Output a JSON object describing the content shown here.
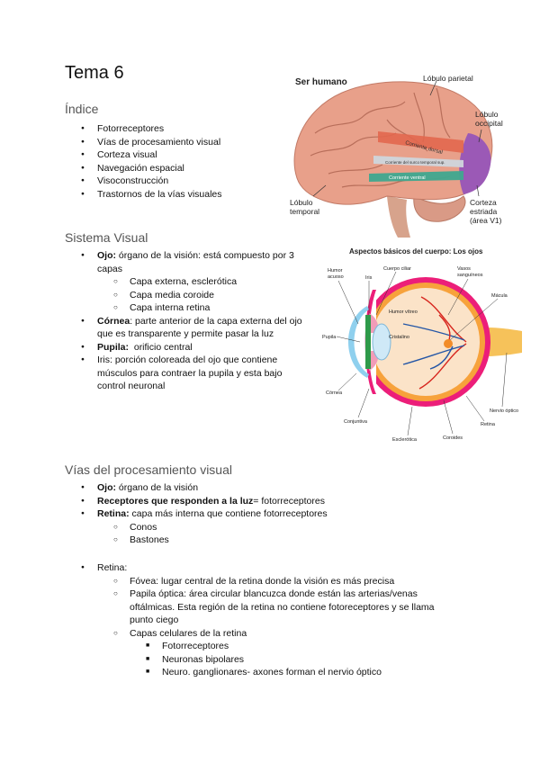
{
  "title": "Tema 6",
  "indice": {
    "heading": "Índice",
    "items": [
      "Fotorreceptores",
      "Vías de procesamiento visual",
      "Corteza visual",
      "Navegación espacial",
      "Visoconstrucción",
      "Trastornos de la vías visuales"
    ]
  },
  "sistema": {
    "heading": "Sistema Visual",
    "ojo_term": "Ojo:",
    "ojo_text": " órgano de la visión: está compuesto por 3 capas",
    "capas": [
      "Capa externa, esclerótica",
      "Capa media coroide",
      "Capa interna retina"
    ],
    "cornea_term": "Córnea",
    "cornea_text": ": parte anterior de la capa externa del ojo que es transparente y permite pasar la luz",
    "pupila_term": "Pupila:",
    "pupila_text": "  orificio central",
    "iris_text": "Iris: porción coloreada del ojo que contiene músculos para contraer la pupila y esta bajo control neuronal"
  },
  "vias": {
    "heading": "Vías del procesamiento visual",
    "ojo_term": "Ojo:",
    "ojo_text": " órgano de la visión",
    "receptores_term": "Receptores que responden a la luz",
    "receptores_text": "= fotorreceptores",
    "retina_term": "Retina:",
    "retina_text": " capa más interna que contiene fotorreceptores",
    "retina_sub": [
      "Conos",
      "Bastones"
    ],
    "retina2": "Retina:",
    "fovea": "Fóvea: lugar central de la retina donde la visión es más precisa",
    "papila": "Papila óptica: área circular blancuzca  donde están las arterias/venas oftálmicas. Esta región de la retina no contiene fotoreceptores y se llama punto ciego",
    "capas_celulares": "Capas celulares de la retina",
    "capas_list": [
      "Fotorreceptores",
      "Neuronas bipolares",
      "Neuro. ganglionares- axones forman el nervio óptico"
    ]
  },
  "brain_figure": {
    "title": "Ser humano",
    "labels": {
      "parietal": "Lóbulo parietal",
      "occipital_1": "Lóbulo",
      "occipital_2": "occipital",
      "temporal_1": "Lóbulo",
      "temporal_2": "temporal",
      "corteza_1": "Corteza",
      "corteza_2": "estriada",
      "corteza_3": "(área V1)",
      "stream_dorsal": "Corriente dorsal",
      "stream_mid": "Corriente del surco temporal sup.",
      "stream_ventral": "Corriente ventral"
    }
  },
  "eye_figure": {
    "title": "Aspectos básicos del cuerpo: Los ojos",
    "labels": {
      "humor_acuoso_1": "Humor",
      "humor_acuoso_2": "acuoso",
      "iris": "Iris",
      "cuerpo_ciliar": "Cuerpo ciliar",
      "vasos_1": "Vasos",
      "vasos_2": "sanguíneos",
      "macula": "Mácula",
      "humor_vitreo": "Humor vítreo",
      "pupila": "Pupila",
      "cristalino": "Cristalino",
      "cornea": "Córnea",
      "nervio": "Nervio óptico",
      "conjuntiva": "Conjuntiva",
      "retina": "Retina",
      "esclerotica": "Esclerótica",
      "coroides": "Coroides"
    }
  },
  "colors": {
    "text": "#111111",
    "heading_gray": "#555555",
    "brain_pink": "#e8a08a",
    "occipital_purple": "#9b59b6",
    "sclera_pink": "#ec1e79",
    "choroid_orange": "#f7a23b",
    "vessel_red": "#d7261e",
    "vessel_blue": "#2456a6",
    "iris_green": "#2e9a4a",
    "cornea_blue": "#8fd0ee"
  }
}
